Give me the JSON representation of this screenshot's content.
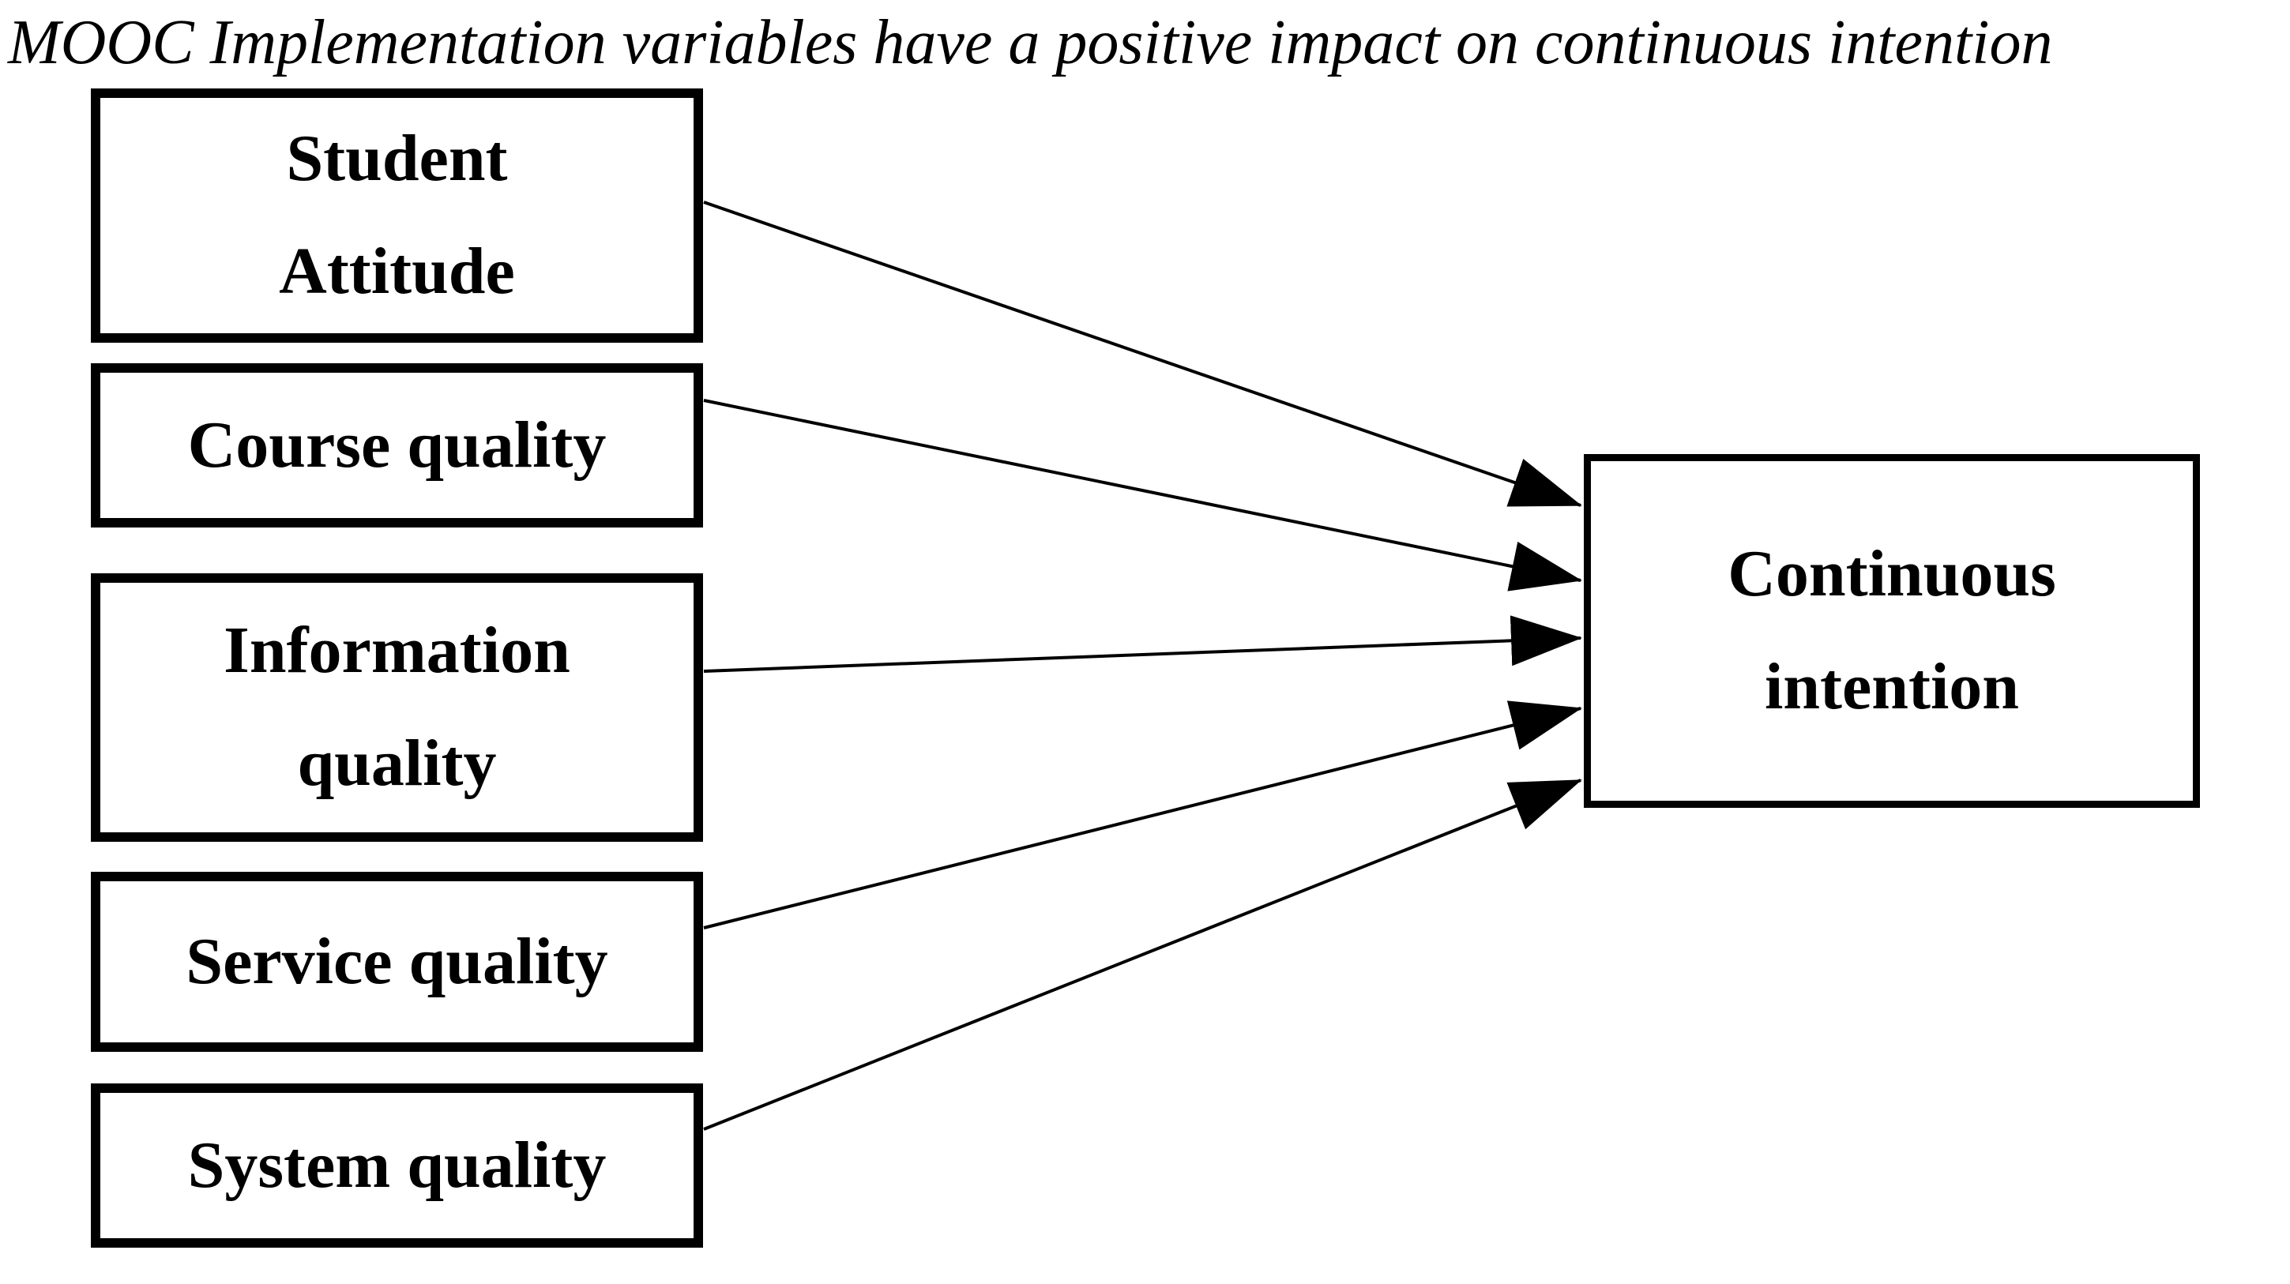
{
  "diagram": {
    "title": "MOOC Implementation variables have a positive impact on continuous intention",
    "colors": {
      "background": "#ffffff",
      "line": "#000000",
      "box_fill": "#ffffff",
      "text": "#000000"
    },
    "predictor_boxes": [
      {
        "id": "student-attitude",
        "label": "Student\nAttitude"
      },
      {
        "id": "course-quality",
        "label": "Course quality"
      },
      {
        "id": "information-quality",
        "label": "Information\nquality"
      },
      {
        "id": "service-quality",
        "label": "Service quality"
      },
      {
        "id": "system-quality",
        "label": "System quality"
      }
    ],
    "outcome_box": {
      "id": "continuous-intention",
      "label": "Continuous\nintention"
    },
    "connections": [
      {
        "from": "Student Attitude",
        "to": "Continuous intention"
      },
      {
        "from": "Course quality",
        "to": "Continuous intention"
      },
      {
        "from": "Information quality",
        "to": "Continuous intention"
      },
      {
        "from": "Service quality",
        "to": "Continuous intention"
      },
      {
        "from": "System quality",
        "to": "Continuous intention"
      }
    ]
  }
}
